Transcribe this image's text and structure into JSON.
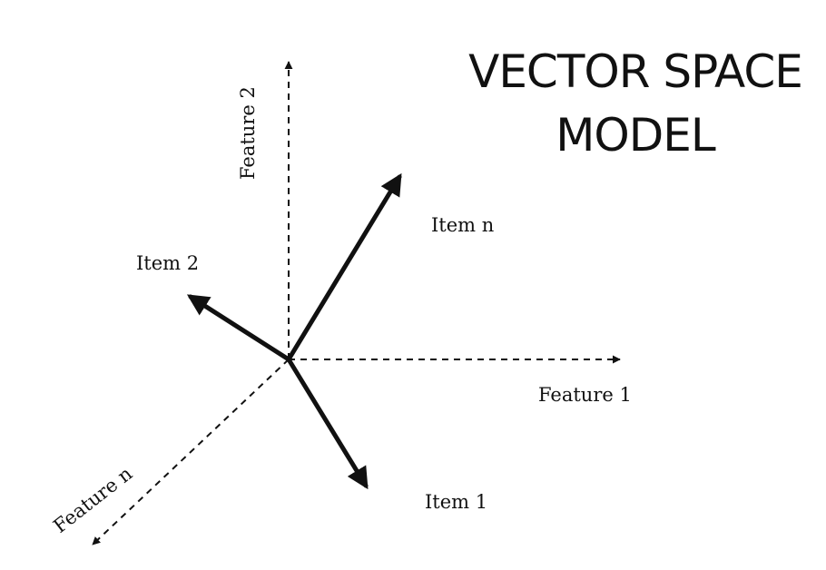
{
  "title": {
    "line1": "VECTOR SPACE",
    "line2": "MODEL"
  },
  "axes": {
    "feature_1": "Feature 1",
    "feature_2": "Feature 2",
    "feature_n": "Feature n"
  },
  "vectors": {
    "item_1": "Item 1",
    "item_2": "Item 2",
    "item_n": "Item n"
  },
  "colors": {
    "ink": "#111111",
    "background": "#ffffff"
  }
}
